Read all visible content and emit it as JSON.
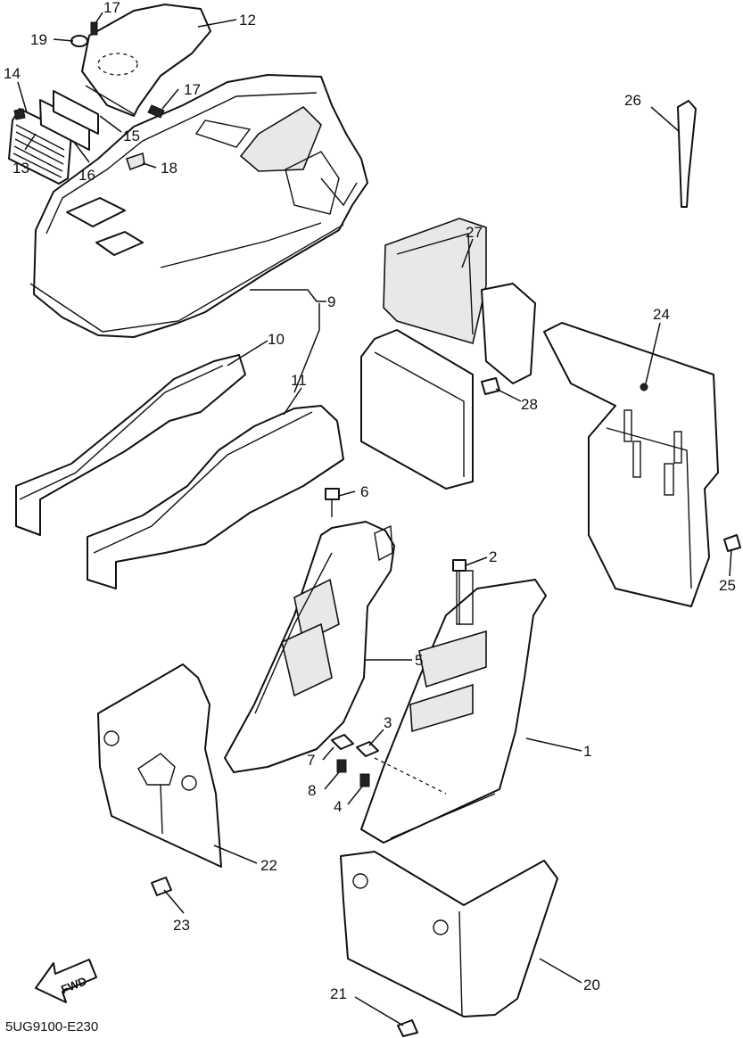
{
  "diagram": {
    "drawing_code": "5UG9100-E230",
    "direction_marker": "FWD",
    "callouts": {
      "c1": "1",
      "c2": "2",
      "c3": "3",
      "c4": "4",
      "c5": "5",
      "c6": "6",
      "c7": "7",
      "c8": "8",
      "c9": "9",
      "c10": "10",
      "c11": "11",
      "c12": "12",
      "c13": "13",
      "c14": "14",
      "c15": "15",
      "c16": "16",
      "c17a": "17",
      "c17b": "17",
      "c18": "18",
      "c19": "19",
      "c20": "20",
      "c21": "21",
      "c22": "22",
      "c23": "23",
      "c24": "24",
      "c25": "25",
      "c26": "26",
      "c27": "27",
      "c28": "28"
    }
  }
}
